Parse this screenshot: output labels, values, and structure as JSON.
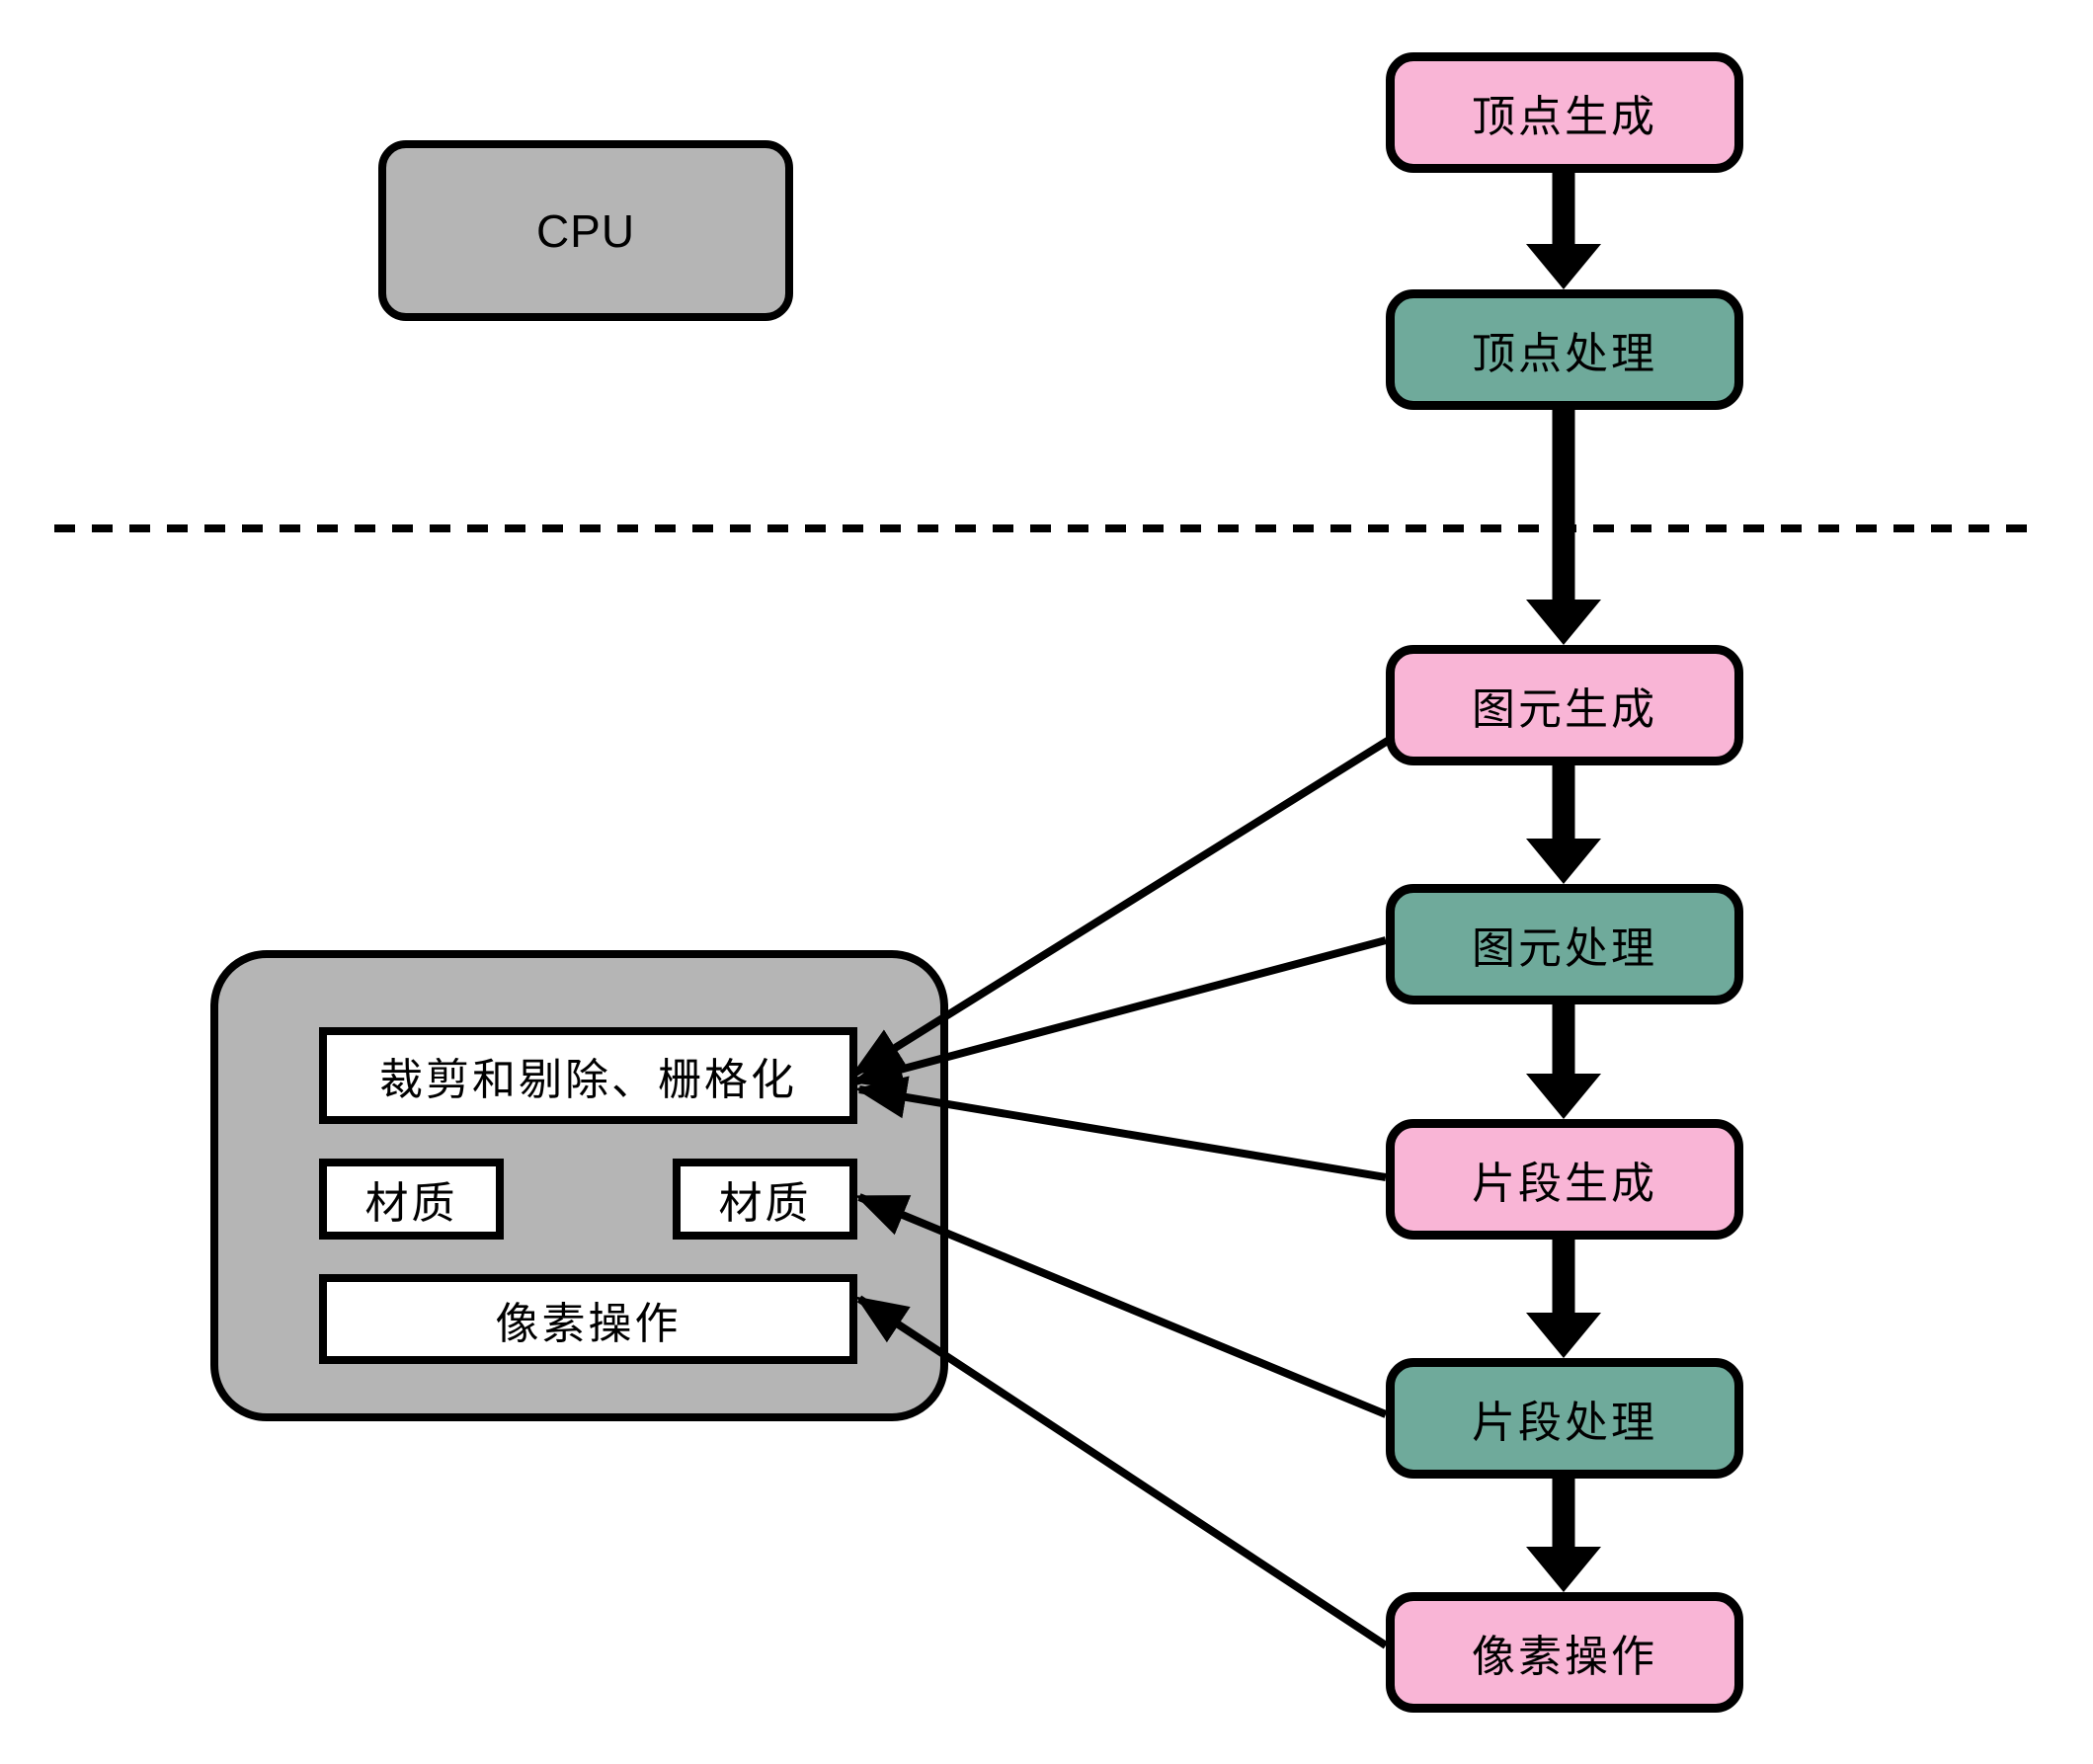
{
  "cpu_box": {
    "label": "CPU"
  },
  "pipeline": {
    "stages": [
      {
        "id": "vertex-generation",
        "label": "顶点生成",
        "color": "#F9B5D6"
      },
      {
        "id": "vertex-processing",
        "label": "顶点处理",
        "color": "#6FAA9B"
      },
      {
        "id": "primitive-generation",
        "label": "图元生成",
        "color": "#F9B5D6"
      },
      {
        "id": "primitive-processing",
        "label": "图元处理",
        "color": "#6FAA9B"
      },
      {
        "id": "fragment-generation",
        "label": "片段生成",
        "color": "#F9B5D6"
      },
      {
        "id": "fragment-processing",
        "label": "片段处理",
        "color": "#6FAA9B"
      },
      {
        "id": "pixel-operations",
        "label": "像素操作",
        "color": "#F9B5D6"
      }
    ]
  },
  "hardware_box": {
    "color": "#B5B5B5",
    "units": [
      {
        "id": "clip-cull-raster",
        "label": "裁剪和剔除、栅格化"
      },
      {
        "id": "texture-left",
        "label": "材质"
      },
      {
        "id": "texture-right",
        "label": "材质"
      },
      {
        "id": "pixel-operations-unit",
        "label": "像素操作"
      }
    ]
  },
  "edges": {
    "flow": [
      {
        "from": "vertex-generation",
        "to": "vertex-processing"
      },
      {
        "from": "vertex-processing",
        "to": "primitive-generation"
      },
      {
        "from": "primitive-generation",
        "to": "primitive-processing"
      },
      {
        "from": "primitive-processing",
        "to": "fragment-generation"
      },
      {
        "from": "fragment-generation",
        "to": "fragment-processing"
      },
      {
        "from": "fragment-processing",
        "to": "pixel-operations"
      }
    ],
    "mapping": [
      {
        "from": "primitive-generation",
        "to": "clip-cull-raster"
      },
      {
        "from": "primitive-processing",
        "to": "clip-cull-raster"
      },
      {
        "from": "fragment-generation",
        "to": "clip-cull-raster"
      },
      {
        "from": "fragment-processing",
        "to": "texture-right"
      },
      {
        "from": "pixel-operations",
        "to": "pixel-operations-unit"
      }
    ]
  },
  "colors": {
    "pink": "#F9B5D6",
    "teal": "#6FAA9B",
    "gray": "#B5B5B5",
    "border": "#000000",
    "background": "#FFFFFF"
  }
}
